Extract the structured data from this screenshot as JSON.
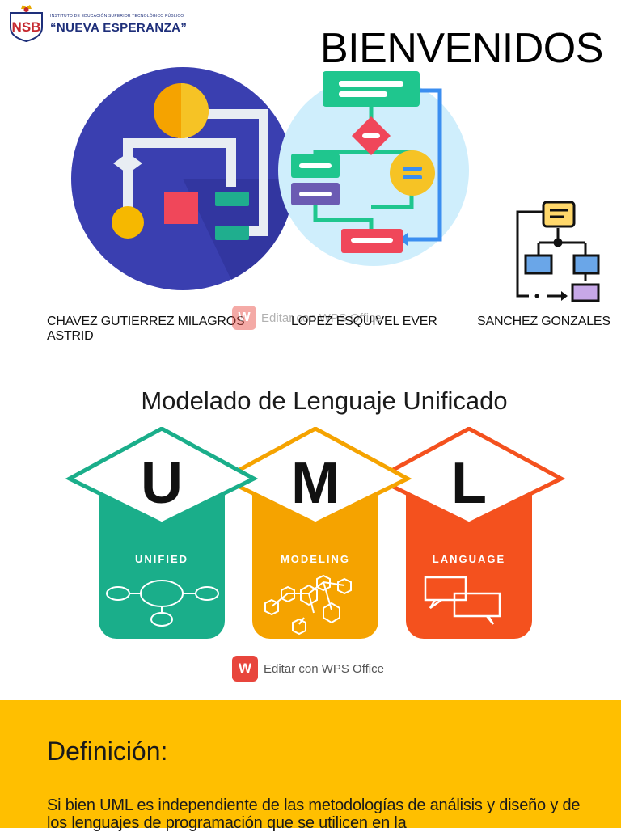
{
  "header": {
    "institute_small": "INSTITUTO DE EDUCACIÓN SUPERIOR TECNOLÓGICO PÚBLICO",
    "institute_name": "“NUEVA ESPERANZA”",
    "logo_letters": "NSB",
    "welcome": "BIENVENIDOS"
  },
  "authors": [
    {
      "line1": "CHAVEZ GUTIERREZ MILAGROS",
      "line2": "ASTRID"
    },
    {
      "line1": "LOPEZ ESQUIVEL EVER",
      "line2": ""
    },
    {
      "line1": "SANCHEZ GONZALES",
      "line2": ""
    }
  ],
  "uml": {
    "title": "Modelado de Lenguaje Unificado",
    "letters": [
      "U",
      "M",
      "L"
    ],
    "words": [
      "UNIFIED",
      "MODELING",
      "LANGUAGE"
    ],
    "colors": [
      "#1aae8a",
      "#f5a300",
      "#f4511e"
    ]
  },
  "watermark": {
    "label": "Editar con WPS Office",
    "icon": "wps-office-icon",
    "icon_glyph": "W"
  },
  "definition": {
    "title": "Definición:",
    "body": "Si bien UML es independiente de las metodologías de análisis y diseño y de los lenguajes de programación que se utilicen en la"
  },
  "colors": {
    "band": "#ffbf00",
    "institute": "#1e2f7a",
    "wps": "#e8453c"
  }
}
